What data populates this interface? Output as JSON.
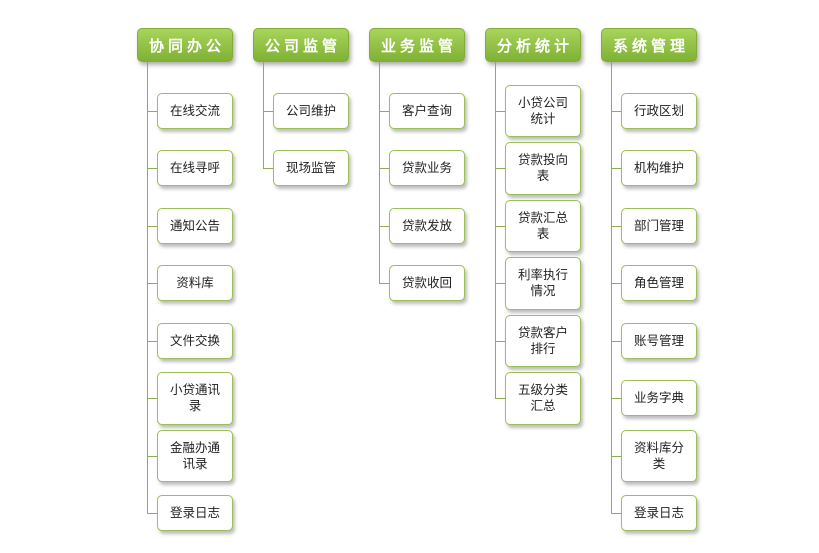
{
  "diagram": {
    "type": "org-tree-menu",
    "colors": {
      "header_green_top": "#a8d45c",
      "header_green_bottom": "#7fb133",
      "header_border": "#83ad39",
      "connector_line": "#8fae53",
      "child_border": "#9cbf57"
    },
    "columns": [
      {
        "title": "协同办公",
        "children": [
          "在线交流",
          "在线寻呼",
          "通知公告",
          "资料库",
          "文件交换",
          "小贷通讯录",
          "金融办通讯录",
          "登录日志"
        ]
      },
      {
        "title": "公司监管",
        "children": [
          "公司维护",
          "现场监管"
        ]
      },
      {
        "title": "业务监管",
        "children": [
          "客户查询",
          "贷款业务",
          "贷款发放",
          "贷款收回"
        ]
      },
      {
        "title": "分析统计",
        "children": [
          "小贷公司统计",
          "贷款投向表",
          "贷款汇总表",
          "利率执行情况",
          "贷款客户排行",
          "五级分类汇总"
        ]
      },
      {
        "title": "系统管理",
        "children": [
          "行政区划",
          "机构维护",
          "部门管理",
          "角色管理",
          "账号管理",
          "业务字典",
          "资料库分类",
          "登录日志"
        ]
      }
    ]
  }
}
